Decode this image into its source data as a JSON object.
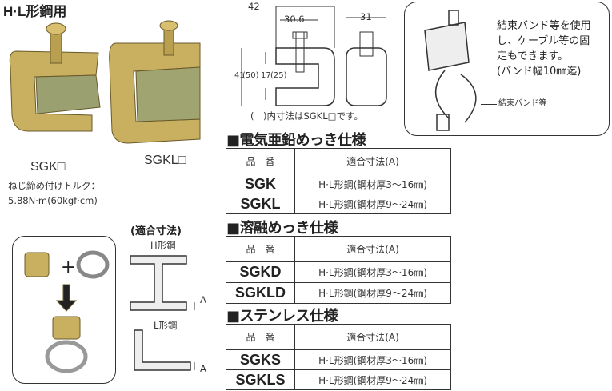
{
  "title": "H·L形鋼用",
  "products": {
    "sgk_label": "SGK□",
    "sgkl_label": "SGKL□"
  },
  "torque": {
    "line1": "ねじ締め付けトルク：",
    "line2": "5.88N·m(60kgf·cm)"
  },
  "drawing": {
    "dim_width": "42",
    "dim_inner": "30.6",
    "dim_side": "31",
    "dim_height": "41",
    "dim_height_l": "(50)",
    "dim_gap": "17",
    "dim_gap_l": "(25)",
    "note": "(　)内寸法はSGKL□です。"
  },
  "band_note": {
    "text1": "結束バンド等を使用",
    "text2": "し、ケーブル等の固",
    "text3": "定もできます。",
    "text4": "(バンド幅10㎜迄)",
    "callout": "結束バンド等"
  },
  "fit": {
    "heading": "(適合寸法)",
    "h_label": "H形鋼",
    "l_label": "L形鋼",
    "a_label": "A"
  },
  "sections": [
    {
      "title": "■電気亜鉛めっき仕様",
      "header": [
        "品　番",
        "適合寸法(A)"
      ],
      "rows": [
        [
          "SGK",
          "H·L形鋼(鋼材厚3〜16㎜)"
        ],
        [
          "SGKL",
          "H·L形鋼(鋼材厚9〜24㎜)"
        ]
      ]
    },
    {
      "title": "■溶融めっき仕様",
      "header": [
        "品　番",
        "適合寸法(A)"
      ],
      "rows": [
        [
          "SGKD",
          "H·L形鋼(鋼材厚3〜16㎜)"
        ],
        [
          "SGKLD",
          "H·L形鋼(鋼材厚9〜24㎜)"
        ]
      ]
    },
    {
      "title": "■ステンレス仕様",
      "header": [
        "品　番",
        "適合寸法(A)"
      ],
      "rows": [
        [
          "SGKS",
          "H·L形鋼(鋼材厚3〜16㎜)"
        ],
        [
          "SGKLS",
          "H·L形鋼(鋼材厚9〜24㎜)"
        ]
      ]
    }
  ],
  "colors": {
    "metal": "#c8a85a",
    "metal_dark": "#8a7a3a"
  }
}
